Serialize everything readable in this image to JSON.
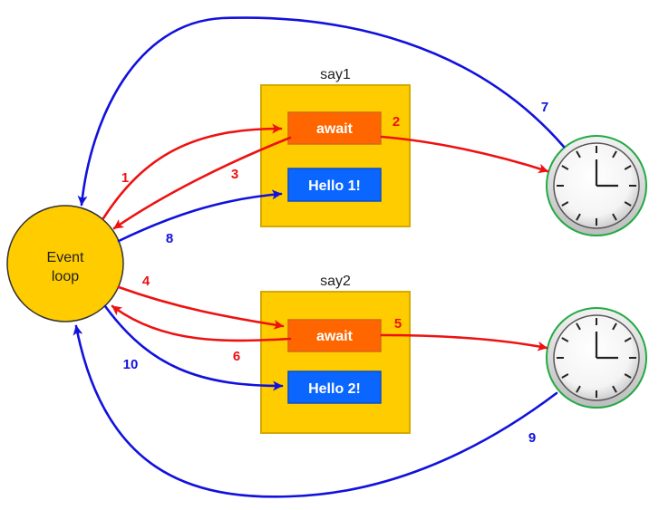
{
  "colors": {
    "red": "#ee1111",
    "blue": "#1111dd",
    "yellow": "#ffcc00",
    "orange": "#ff6600",
    "button_blue": "#0a66ff",
    "border_gold": "#d4a900",
    "clock_ring": "#22aa44"
  },
  "event_loop": {
    "line1": "Event",
    "line2": "loop"
  },
  "tasks": [
    {
      "title": "say1",
      "await_label": "await",
      "hello_label": "Hello 1!"
    },
    {
      "title": "say2",
      "await_label": "await",
      "hello_label": "Hello 2!"
    }
  ],
  "step_labels": {
    "s1": "1",
    "s2": "2",
    "s3": "3",
    "s4": "4",
    "s5": "5",
    "s6": "6",
    "s7": "7",
    "s8": "8",
    "s9": "9",
    "s10": "10"
  },
  "icons": [
    "clock-icon",
    "clock-icon"
  ]
}
